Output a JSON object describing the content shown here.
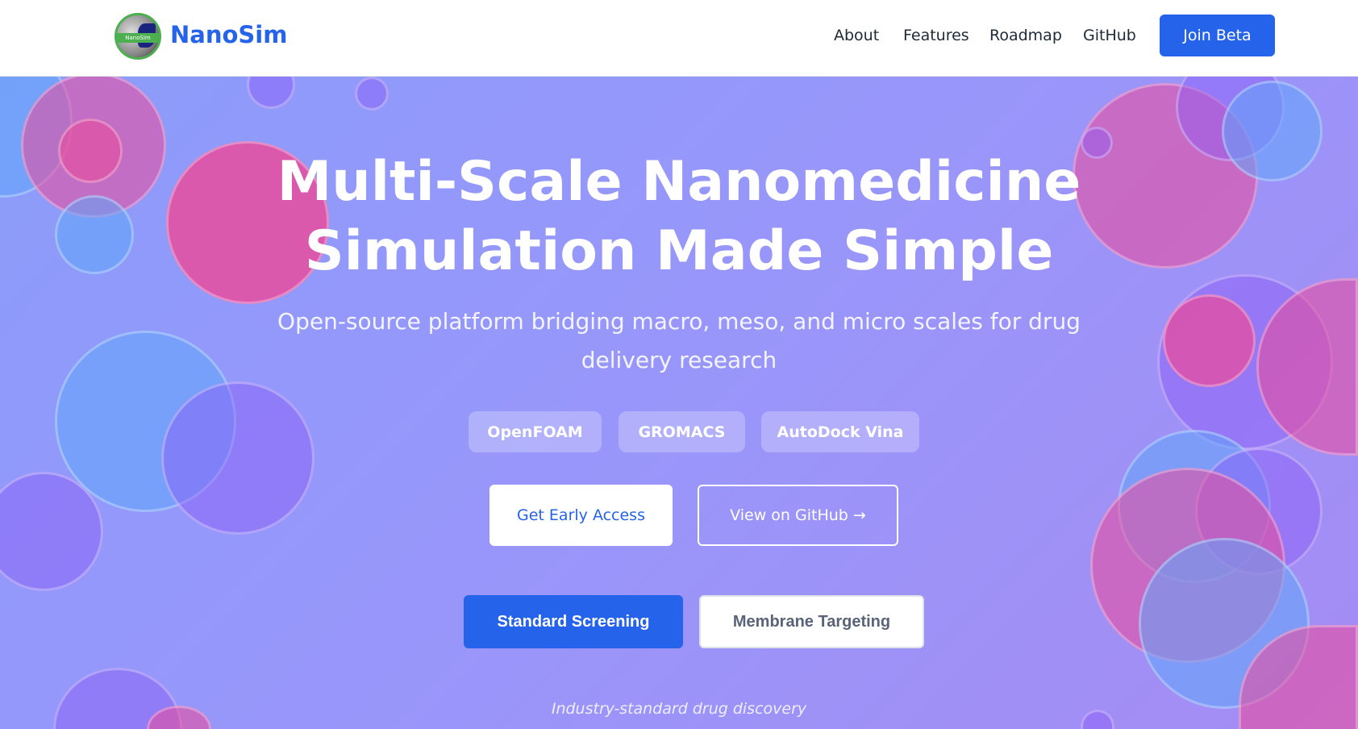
{
  "nav": {
    "brand": "NanoSim",
    "logo_text": "NanoSim",
    "links": [
      "About",
      "Features",
      "Roadmap",
      "GitHub"
    ],
    "cta": "Join Beta"
  },
  "hero": {
    "title_line1": "Multi-Scale Nanomedicine",
    "title_line2": "Simulation Made Simple",
    "subtitle": "Open-source platform bridging macro, meso, and micro scales for drug delivery research",
    "tags": [
      "OpenFOAM",
      "GROMACS",
      "AutoDock Vina"
    ],
    "primary_cta": "Get Early Access",
    "secondary_cta": "View on GitHub →",
    "mode_options": [
      "Standard Screening",
      "Membrane Targeting"
    ],
    "selected_mode": "Standard Screening",
    "mode_caption": "Industry-standard drug discovery"
  },
  "colors": {
    "accent": "#2563eb",
    "bg_start": "#8b9cf9",
    "bg_end": "#a48cf3"
  }
}
